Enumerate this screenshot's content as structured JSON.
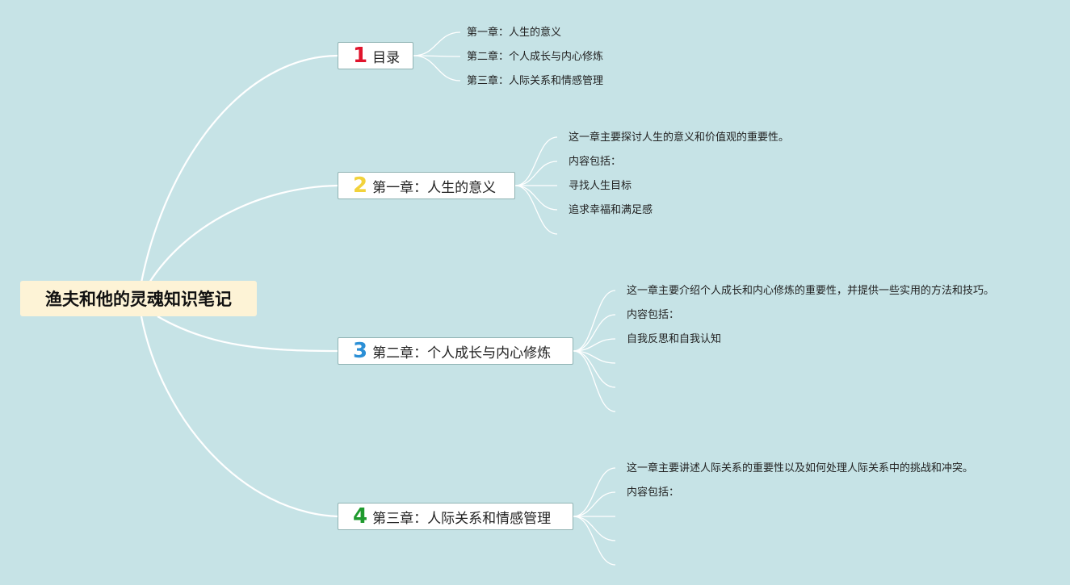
{
  "root": {
    "title": "渔夫和他的灵魂知识笔记"
  },
  "branches": [
    {
      "num": "1",
      "num_color": "#e0142c",
      "label": "目录",
      "items": [
        "第一章：人生的意义",
        "第二章：个人成长与内心修炼",
        "第三章：人际关系和情感管理"
      ]
    },
    {
      "num": "2",
      "num_color": "#f2d23b",
      "label": "第一章：人生的意义",
      "items": [
        "这一章主要探讨人生的意义和价值观的重要性。",
        "内容包括：",
        "寻找人生目标",
        "追求幸福和满足感",
        ""
      ]
    },
    {
      "num": "3",
      "num_color": "#2b8fd6",
      "label": "第二章：个人成长与内心修炼",
      "items": [
        "这一章主要介绍个人成长和内心修炼的重要性，并提供一些实用的方法和技巧。",
        "内容包括：",
        "自我反思和自我认知",
        "",
        "",
        ""
      ]
    },
    {
      "num": "4",
      "num_color": "#1f9a2e",
      "label": "第三章：人际关系和情感管理",
      "items": [
        "这一章主要讲述人际关系的重要性以及如何处理人际关系中的挑战和冲突。",
        "内容包括：",
        "",
        "",
        ""
      ]
    }
  ],
  "colors": {
    "background": "#c6e3e6",
    "root_fill": "#fdf3d6",
    "line": "#ffffff"
  }
}
